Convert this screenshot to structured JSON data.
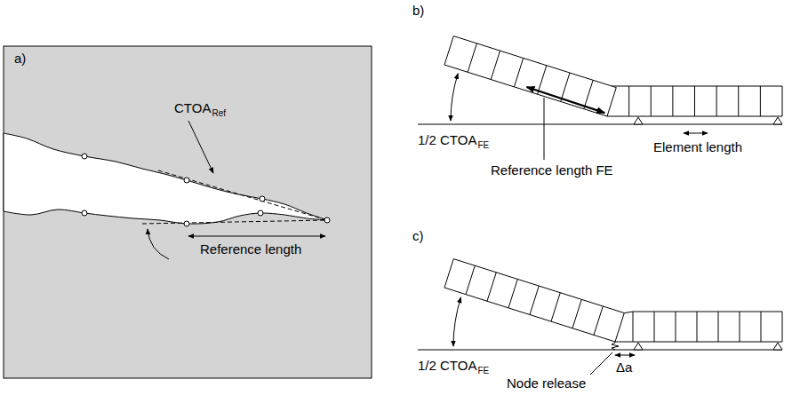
{
  "diagram": {
    "labels": [
      "a)",
      "CTOA",
      "Ref",
      "Reference length",
      "b)",
      "1/2 CTOA",
      "FE",
      "Reference length FE",
      "Element length",
      "c)",
      "1/2 CTOA",
      "FE",
      "Δa",
      "Node release"
    ]
  }
}
